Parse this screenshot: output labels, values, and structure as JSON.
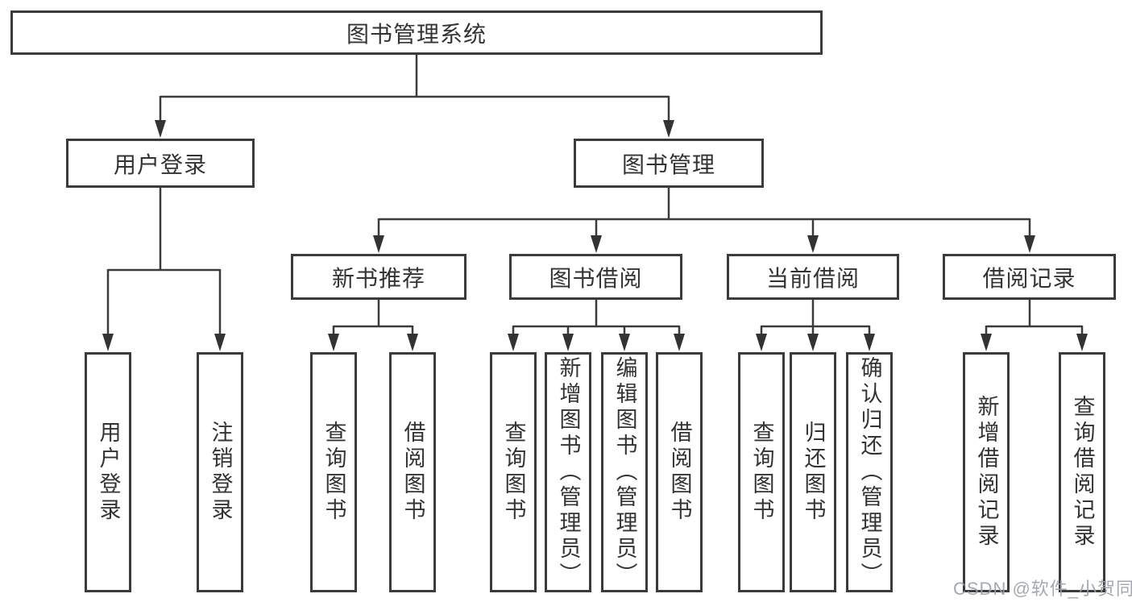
{
  "root": {
    "label": "图书管理系统"
  },
  "branches": [
    {
      "label": "用户登录",
      "children": [
        {
          "label": "用户登录"
        },
        {
          "label": "注销登录"
        }
      ]
    },
    {
      "label": "图书管理",
      "sections": [
        {
          "label": "新书推荐",
          "children": [
            {
              "label": "查询图书"
            },
            {
              "label": "借阅图书"
            }
          ]
        },
        {
          "label": "图书借阅",
          "children": [
            {
              "label": "查询图书"
            },
            {
              "label": "新增图书（管理员）"
            },
            {
              "label": "编辑图书（管理员）"
            },
            {
              "label": "借阅图书"
            }
          ]
        },
        {
          "label": "当前借阅",
          "children": [
            {
              "label": "查询图书"
            },
            {
              "label": "归还图书"
            },
            {
              "label": "确认归还（管理员）"
            }
          ]
        },
        {
          "label": "借阅记录",
          "children": [
            {
              "label": "新增借阅记录"
            },
            {
              "label": "查询借阅记录"
            }
          ]
        }
      ]
    }
  ],
  "colors": {
    "line": "#3b3b3b",
    "text": "#333333",
    "watermark": "#9aa0aa"
  },
  "watermark": {
    "text": "CSDN @软件_小贺同学"
  }
}
